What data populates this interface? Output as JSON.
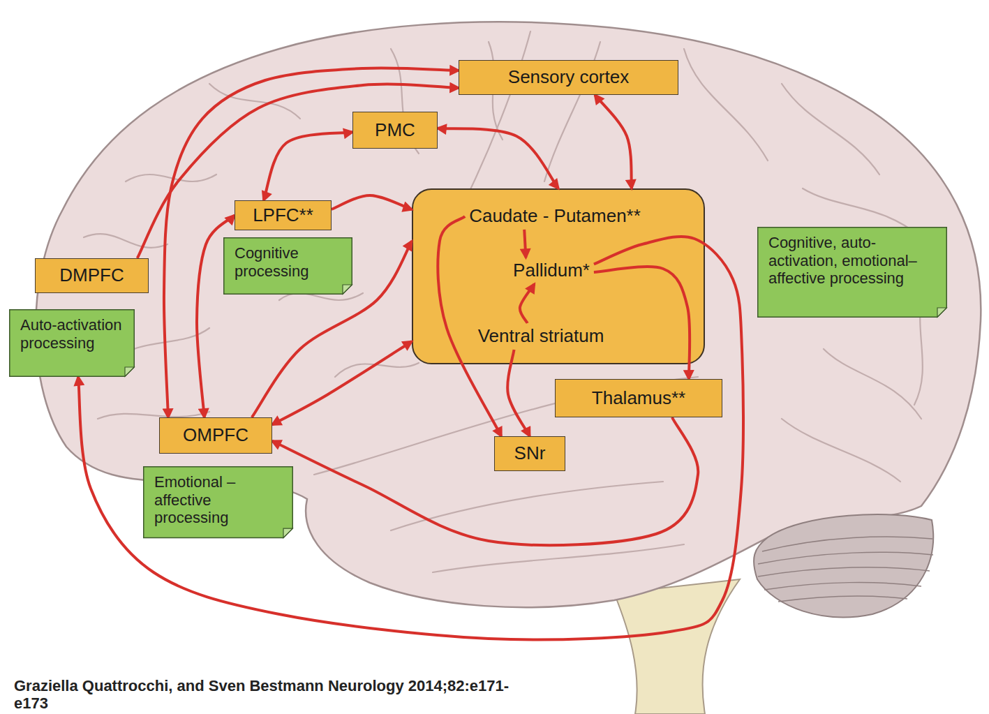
{
  "diagram": {
    "caption": "Graziella Quattrocchi, and Sven Bestmann Neurology 2014;82:e171-e173",
    "nodes": [
      {
        "text": [
          "Sensory cortex"
        ]
      },
      {
        "text": [
          "PMC"
        ]
      },
      {
        "text": [
          "LPFC**"
        ]
      },
      {
        "text": [
          "Cognitive processing"
        ]
      },
      {
        "text": [
          "DMPFC"
        ]
      },
      {
        "text": [
          "Auto-activation processing"
        ]
      },
      {
        "text": []
      },
      {
        "text": [
          "Caudate - Putamen**"
        ],
        "in": 6
      },
      {
        "text": [
          "Pallidum*"
        ],
        "in": 6
      },
      {
        "text": [
          "Ventral striatum"
        ],
        "in": 6
      },
      {
        "text": [
          "Cognitive, auto-activation, emotional–affective processing"
        ]
      },
      {
        "text": [
          "Thalamus**"
        ]
      },
      {
        "text": [
          "OMPFC"
        ]
      },
      {
        "text": [
          "SNr"
        ]
      },
      {
        "text": [
          "Emotional – affective processing"
        ]
      }
    ],
    "edges": [
      {
        "from": 4,
        "to": 0,
        "arrow": "to"
      },
      {
        "from": 0,
        "to": 12,
        "arrow": "both"
      },
      {
        "from": 1,
        "to": 2,
        "arrow": "both"
      },
      {
        "from": 2,
        "to": 12,
        "arrow": "both"
      },
      {
        "from": 2,
        "to": 6,
        "arrow": "to"
      },
      {
        "from": 1,
        "to": 6,
        "arrow": "both"
      },
      {
        "from": 0,
        "to": 6,
        "arrow": "both"
      },
      {
        "from": 12,
        "to": 6,
        "arrow": "to"
      },
      {
        "from": 12,
        "to": 6,
        "arrow": "both"
      },
      {
        "from": 7,
        "to": 13,
        "arrow": "to"
      },
      {
        "from": 7,
        "to": 8,
        "arrow": "to"
      },
      {
        "from": 9,
        "to": 8,
        "arrow": "to"
      },
      {
        "from": 9,
        "to": 13,
        "arrow": "to"
      },
      {
        "from": 8,
        "to": 11,
        "arrow": "to"
      },
      {
        "from": 8,
        "to": 5,
        "arrow": "to"
      },
      {
        "from": 11,
        "to": 12,
        "arrow": "to"
      }
    ]
  }
}
